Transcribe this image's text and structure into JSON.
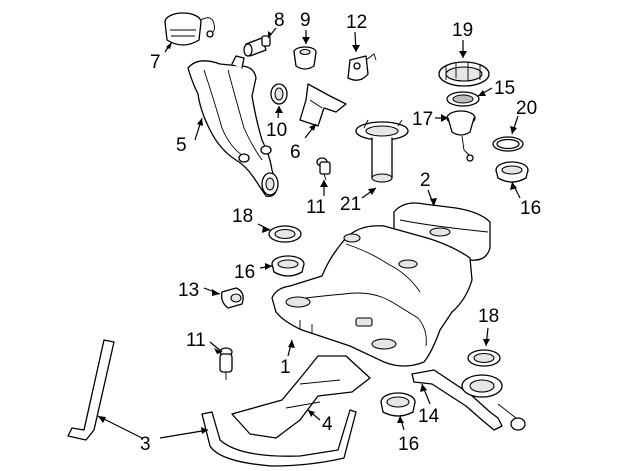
{
  "callouts": [
    {
      "id": "c1",
      "text": "1"
    },
    {
      "id": "c2",
      "text": "2"
    },
    {
      "id": "c3",
      "text": "3"
    },
    {
      "id": "c4",
      "text": "4"
    },
    {
      "id": "c5",
      "text": "5"
    },
    {
      "id": "c6",
      "text": "6"
    },
    {
      "id": "c7",
      "text": "7"
    },
    {
      "id": "c8",
      "text": "8"
    },
    {
      "id": "c9",
      "text": "9"
    },
    {
      "id": "c10",
      "text": "10"
    },
    {
      "id": "c11a",
      "text": "11"
    },
    {
      "id": "c11b",
      "text": "11"
    },
    {
      "id": "c12",
      "text": "12"
    },
    {
      "id": "c13",
      "text": "13"
    },
    {
      "id": "c14",
      "text": "14"
    },
    {
      "id": "c15",
      "text": "15"
    },
    {
      "id": "c16a",
      "text": "16"
    },
    {
      "id": "c16b",
      "text": "16"
    },
    {
      "id": "c16c",
      "text": "16"
    },
    {
      "id": "c17",
      "text": "17"
    },
    {
      "id": "c18a",
      "text": "18"
    },
    {
      "id": "c18b",
      "text": "18"
    },
    {
      "id": "c19",
      "text": "19"
    },
    {
      "id": "c20",
      "text": "20"
    },
    {
      "id": "c21",
      "text": "21"
    }
  ]
}
